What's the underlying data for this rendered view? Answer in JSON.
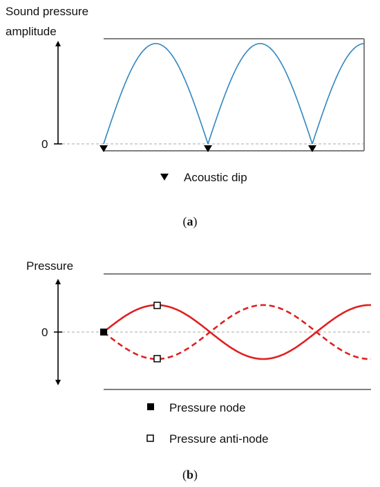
{
  "panel_a": {
    "y_axis_label_line1": "Sound pressure",
    "y_axis_label_line2": "amplitude",
    "zero_label": "0",
    "legend_dip": "Acoustic dip",
    "caption_open": "(",
    "caption_letter": "a",
    "caption_close": ")",
    "curve_color": "#2e86c1",
    "arc_count": 3
  },
  "panel_b": {
    "y_axis_label": "Pressure",
    "zero_label": "0",
    "legend_node": "Pressure node",
    "legend_antinode": "Pressure anti-node",
    "caption_open": "(",
    "caption_letter": "b",
    "caption_close": ")",
    "wave_color": "#e02020",
    "wave_lines": [
      "solid",
      "dashed"
    ]
  }
}
